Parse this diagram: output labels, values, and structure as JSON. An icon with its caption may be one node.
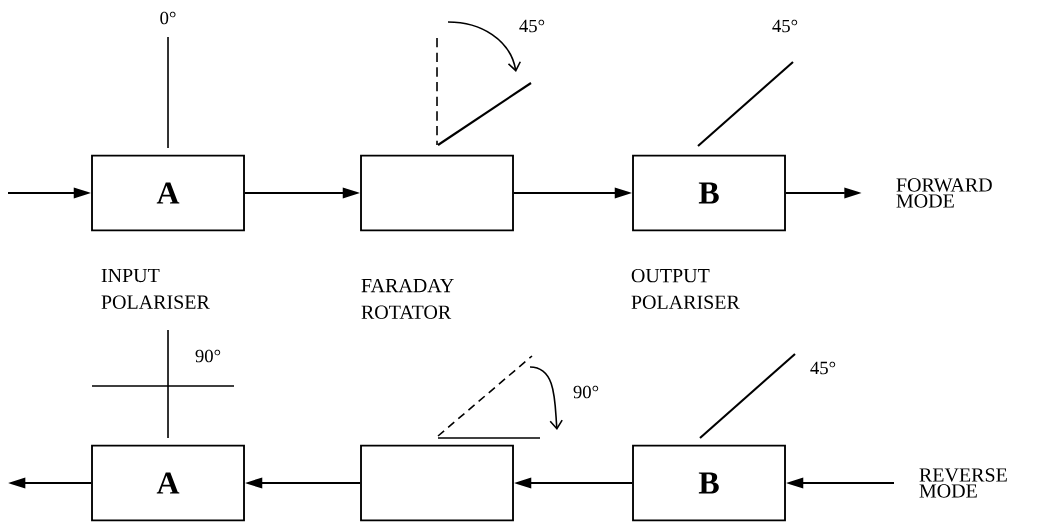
{
  "diagram": {
    "nodes": [
      {
        "text": [
          "A"
        ],
        "beside": [
          "INPUT POLARISER"
        ]
      },
      {
        "text": [],
        "shape": "box",
        "beside": [
          "FARADAY ROTATOR"
        ]
      },
      {
        "text": [
          "B"
        ],
        "beside": [
          "OUTPUT POLARISER"
        ]
      },
      {
        "text": [
          "FORWARD MODE"
        ]
      },
      {
        "text": [
          "A"
        ]
      },
      {
        "text": [],
        "shape": "box"
      },
      {
        "text": [
          "B"
        ]
      },
      {
        "text": [
          "REVERSE MODE"
        ]
      }
    ],
    "edges": [
      {
        "from": null,
        "to": 0,
        "arrow": "to"
      },
      {
        "from": 0,
        "to": 1,
        "arrow": "to"
      },
      {
        "from": 1,
        "to": 2,
        "arrow": "to"
      },
      {
        "from": 2,
        "to": 3,
        "arrow": "to"
      },
      {
        "from": 7,
        "to": 6,
        "arrow": "to"
      },
      {
        "from": 6,
        "to": 5,
        "arrow": "to"
      },
      {
        "from": 5,
        "to": 4,
        "arrow": "to"
      },
      {
        "from": 4,
        "to": null,
        "arrow": "to"
      }
    ],
    "labels": [
      "0°",
      "45°",
      "45°",
      "90°",
      "90°",
      "45°"
    ]
  }
}
